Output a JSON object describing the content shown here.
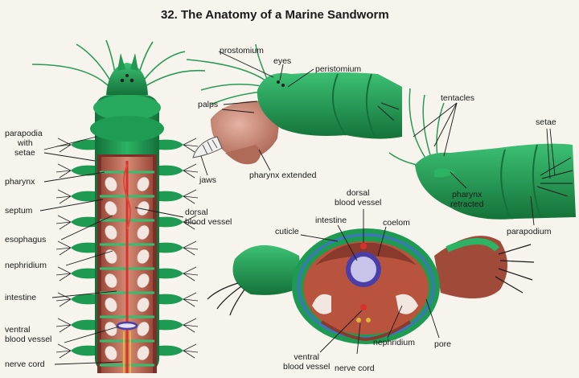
{
  "title": "32.  The Anatomy of a Marine Sandworm",
  "labels": {
    "parapodia_line1": "parapodia",
    "parapodia_line2": "with",
    "parapodia_line3": "setae",
    "pharynx": "pharynx",
    "septum": "septum",
    "esophagus": "esophagus",
    "nephridium_left": "nephridium",
    "intestine_left": "intestine",
    "ventral_left_line1": "ventral",
    "ventral_left_line2": "blood vessel",
    "nerve_cord_left": "nerve cord",
    "dorsal_left_line1": "dorsal",
    "dorsal_left_line2": "blood vessel",
    "prostomium": "prostomium",
    "eyes": "eyes",
    "peristomium": "peristomium",
    "palps": "palps",
    "jaws": "jaws",
    "pharynx_extended": "pharynx extended",
    "tentacles": "tentacles",
    "setae": "setae",
    "pharynx_retracted_line1": "pharynx",
    "pharynx_retracted_line2": "retracted",
    "parapodium": "parapodium",
    "cross_dorsal_line1": "dorsal",
    "cross_dorsal_line2": "blood vessel",
    "cross_intestine": "intestine",
    "coelom": "coelom",
    "cuticle": "cuticle",
    "cross_ventral_line1": "ventral",
    "cross_ventral_line2": "blood vessel",
    "cross_nerve_cord": "nerve cord",
    "cross_nephridium": "nephridium",
    "pore": "pore"
  },
  "colors": {
    "background": "#f6f4ec",
    "body_green": "#1f9a52",
    "dark_green": "#137038",
    "light_green": "#55c888",
    "muscle_red": "#b8533d",
    "pharynx_pink": "#c98a78",
    "blood_red": "#d8322c",
    "intestine_purple": "#4a3ea8",
    "cuticle_blue": "#3f74c4",
    "nephridium_white": "#f2e6e0"
  }
}
